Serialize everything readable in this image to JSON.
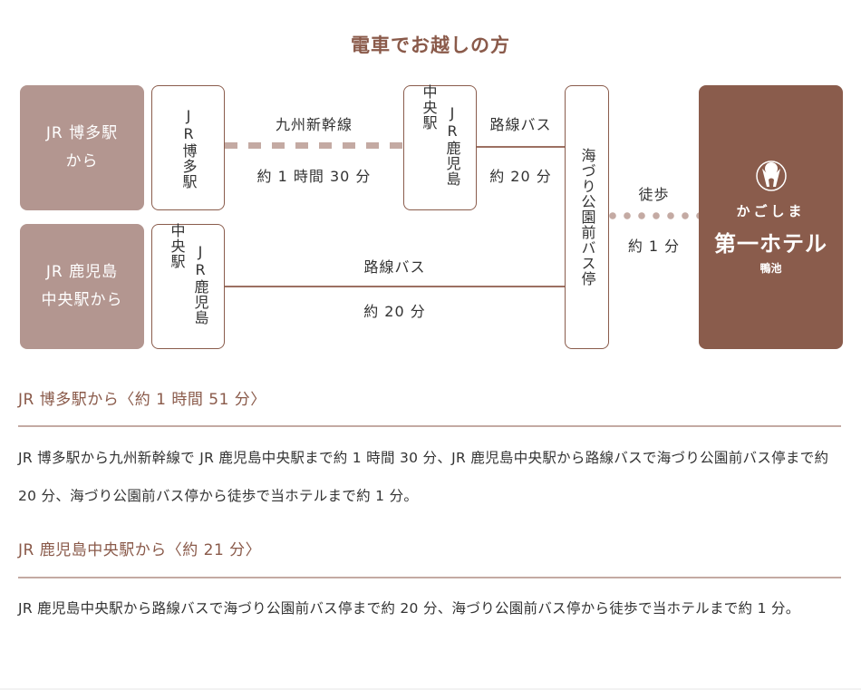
{
  "page": {
    "title": "電車でお越しの方"
  },
  "diagram": {
    "origins": [
      {
        "label_line1": "JR 博多駅",
        "label_line2": "から"
      },
      {
        "label_line1": "JR 鹿児島",
        "label_line2": "中央駅から"
      }
    ],
    "stations": {
      "hakata": {
        "col1": "JR博多駅"
      },
      "kagoshima_chuo_top": {
        "col1": "JR鹿児島",
        "col2": "中央駅"
      },
      "kagoshima_chuo_bottom": {
        "col1": "JR鹿児島",
        "col2": "中央駅"
      },
      "bus_stop": {
        "col1": "海づり公園前バス停"
      }
    },
    "segments": {
      "shinkansen": {
        "mode": "九州新幹線",
        "duration": "約 1 時間 30 分"
      },
      "bus_top": {
        "mode": "路線バス",
        "duration": "約 20 分"
      },
      "bus_bottom": {
        "mode": "路線バス",
        "duration": "約 20 分"
      },
      "walk": {
        "mode": "徒歩",
        "duration": "約 1 分"
      }
    },
    "hotel": {
      "logo_icon": "hotel-emblem-icon",
      "sub": "かごしま",
      "main": "第一ホテル",
      "location": "鴨池"
    }
  },
  "routes": [
    {
      "heading": "JR 博多駅から〈約 1 時間 51 分〉",
      "body": "JR 博多駅から九州新幹線で JR 鹿児島中央駅まで約 1 時間 30 分、JR 鹿児島中央駅から路線バスで海づり公園前バス停まで約 20 分、海づり公園前バス停から徒歩で当ホテルまで約 1 分。"
    },
    {
      "heading": "JR 鹿児島中央駅から〈約 21 分〉",
      "body": "JR 鹿児島中央駅から路線バスで海づり公園前バス停まで約 20 分、海づり公園前バス停から徒歩で当ホテルまで約 1 分。"
    }
  ],
  "colors": {
    "accent": "#8a5a4a",
    "origin_box": "#b39690",
    "hotel_box": "#8a5c4c",
    "line_light": "#c4aaa3"
  }
}
